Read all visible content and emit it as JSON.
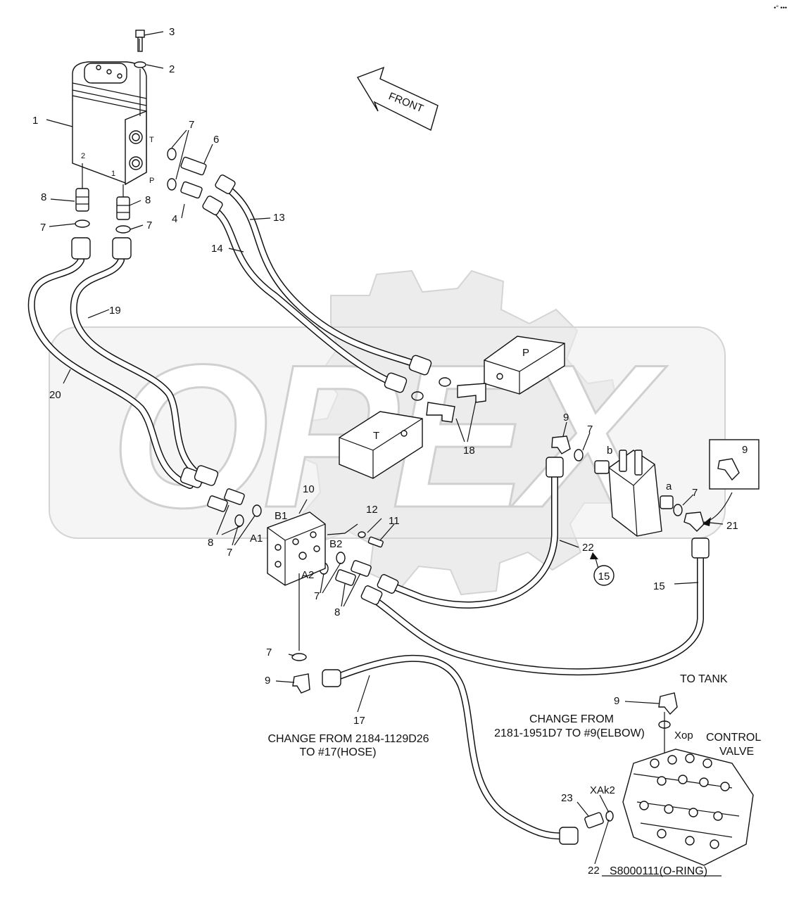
{
  "watermark": {
    "text": "OPEX"
  },
  "corner_mark": "•° •••",
  "front_arrow": {
    "label": "FRONT"
  },
  "ports": {
    "pilot_T": "T",
    "pilot_P": "P",
    "pilot_1": "1",
    "pilot_2": "2",
    "block_P": "P",
    "block_T": "T",
    "block_A1": "A1",
    "block_B1": "B1",
    "block_A2": "A2",
    "block_B2": "B2",
    "valve_a": "a",
    "valve_b": "b",
    "cv_Xop": "Xop",
    "cv_XAk2": "XAk2"
  },
  "callouts": {
    "c1": "1",
    "c2": "2",
    "c3": "3",
    "c4": "4",
    "c6": "6",
    "c7a": "7",
    "c7b": "7",
    "c7c": "7",
    "c7d": "7",
    "c7e": "7",
    "c7f": "7",
    "c7g": "7",
    "c7h": "7",
    "c8a": "8",
    "c8b": "8",
    "c8c": "8",
    "c8d": "8",
    "c9a": "9",
    "c9b": "9",
    "c9c": "9",
    "c9d": "9",
    "c10": "10",
    "c11": "11",
    "c12": "12",
    "c13": "13",
    "c14": "14",
    "c15": "15",
    "c15circle": "15",
    "c17": "17",
    "c18": "18",
    "c19": "19",
    "c20": "20",
    "c21": "21",
    "c22a": "22",
    "c22b": "22",
    "c23": "23"
  },
  "notes": {
    "to_tank": "TO TANK",
    "control_valve_1": "CONTROL",
    "control_valve_2": "VALVE",
    "change_elbow_1": "CHANGE FROM",
    "change_elbow_2": "2181-1951D7 TO #9(ELBOW)",
    "change_hose_1": "CHANGE FROM 2184-1129D26",
    "change_hose_2": "TO #17(HOSE)",
    "oring": "S8000111(O-RING)"
  }
}
